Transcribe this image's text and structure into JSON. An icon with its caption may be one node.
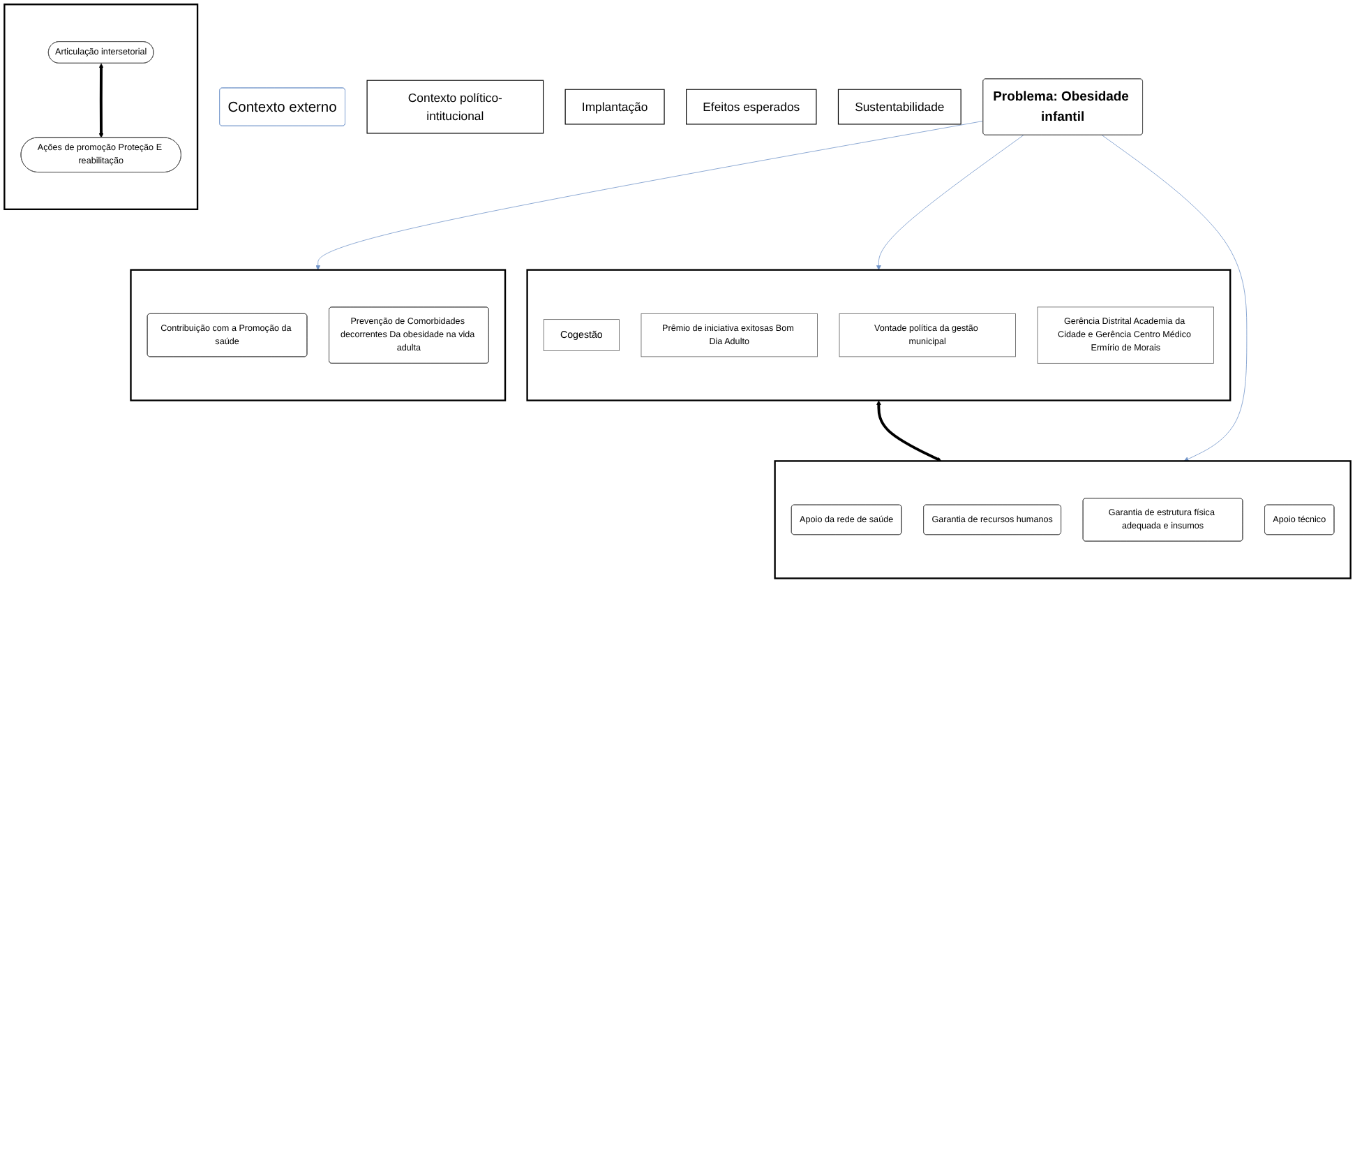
{
  "diagram": {
    "nodes": [
      {
        "text": [
          "Contexto externo"
        ]
      },
      {
        "text": [
          "Contexto político-intitucional"
        ]
      },
      {
        "text": [
          "Implantação"
        ]
      },
      {
        "text": [
          "Efeitos esperados"
        ]
      },
      {
        "text": [],
        "shape": "box"
      },
      {
        "text": [
          "Cogestão"
        ],
        "in": 4
      },
      {
        "text": [
          "Prêmio de iniciativa exitosas Bom Dia Adulto"
        ],
        "in": 4
      },
      {
        "text": [
          "Vontade política da gestão municipal"
        ],
        "in": 4
      },
      {
        "text": [
          "Gerência Distrital Academia da Cidade e Gerência Centro Médico Ermírio de Morais"
        ],
        "in": 4
      },
      {
        "text": [],
        "shape": "box"
      },
      {
        "text": [
          "Articulação intersetorial"
        ],
        "in": 9
      },
      {
        "text": [
          "Ações de promoção Proteção E reabilitação"
        ],
        "in": 9
      },
      {
        "text": [],
        "shape": "box"
      },
      {
        "text": [
          "Contribuição com a Promoção da saúde"
        ],
        "in": 12
      },
      {
        "text": [
          "Prevenção de Comorbidades decorrentes Da obesidade na vida adulta"
        ],
        "in": 12
      },
      {
        "text": [
          "Sustentabilidade"
        ]
      },
      {
        "text": [],
        "shape": "box"
      },
      {
        "text": [
          "Apoio da rede de saúde"
        ],
        "in": 16
      },
      {
        "text": [
          "Garantia de recursos humanos"
        ],
        "in": 16
      },
      {
        "text": [
          "Garantia de estrutura física adequada e insumos"
        ],
        "in": 16
      },
      {
        "text": [
          "Apoio técnico"
        ],
        "in": 16
      },
      {
        "text": [
          "Problema: Obesidade infantil"
        ]
      }
    ],
    "edges": [
      {
        "from": 10,
        "to": 11,
        "arrow": "both",
        "style": "thick",
        "color": "#000000"
      },
      {
        "from": 4,
        "to": 16,
        "arrow": "both",
        "style": "thick",
        "color": "#000000"
      },
      {
        "from": 21,
        "to": 4,
        "arrow": "to",
        "color": "#6f93c8"
      },
      {
        "from": 21,
        "to": 12,
        "arrow": "to",
        "color": "#6f93c8"
      },
      {
        "from": 21,
        "to": 16,
        "arrow": "to",
        "color": "#6f93c8"
      }
    ]
  }
}
